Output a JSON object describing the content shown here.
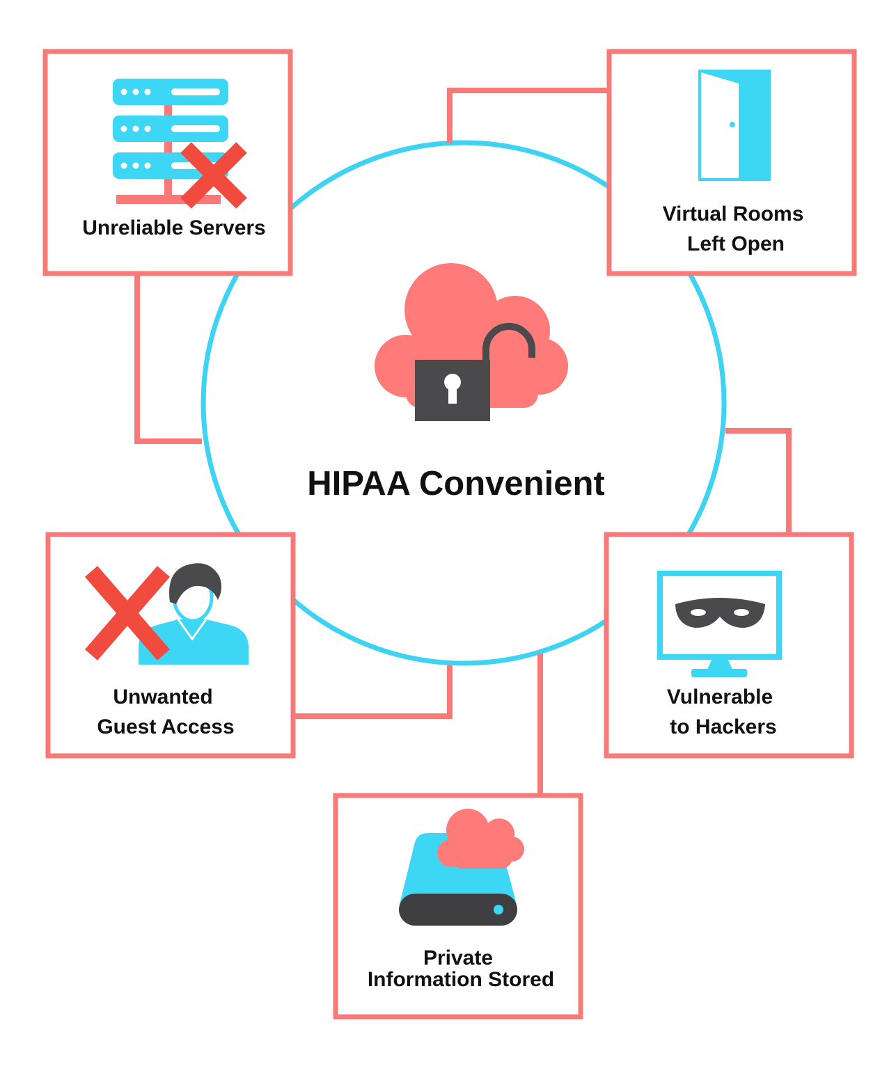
{
  "center": {
    "title": "HIPAA Convenient",
    "icon": "cloud-padlock-icon"
  },
  "boxes": {
    "unreliable_servers": {
      "label": "Unreliable Servers",
      "icon": "server-rack-x-icon"
    },
    "virtual_rooms": {
      "label_line1": "Virtual Rooms",
      "label_line2": "Left Open",
      "icon": "open-door-icon"
    },
    "unwanted_guest": {
      "label_line1": "Unwanted",
      "label_line2": "Guest Access",
      "icon": "person-x-icon"
    },
    "hackers": {
      "label_line1": "Vulnerable",
      "label_line2": "to Hackers",
      "icon": "monitor-mask-icon"
    },
    "private_info": {
      "label_line1": "Private",
      "label_line2": "Information Stored",
      "icon": "drive-cloud-icon"
    }
  },
  "colors": {
    "box_border": "#f77a78",
    "connector": "#f77a78",
    "circle": "#3ed3f3",
    "accent_blue": "#3dd6f5",
    "accent_red": "#f14b40",
    "cloud": "#fe7b7a",
    "dark": "#4a4a4c"
  }
}
